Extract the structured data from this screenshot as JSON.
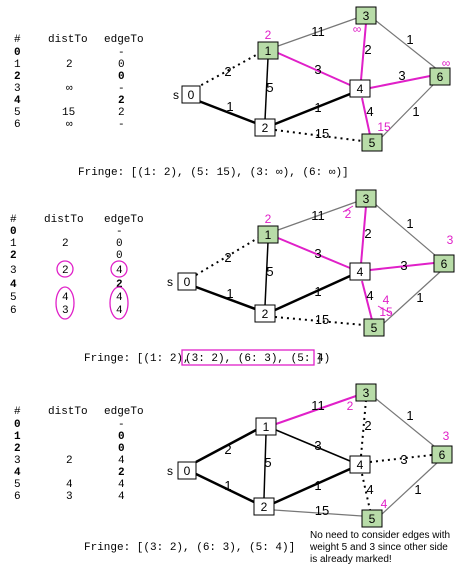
{
  "panels": [
    {
      "table": {
        "headers": [
          "#",
          "distTo",
          "edgeTo"
        ],
        "rows": [
          {
            "v": "0",
            "dist": "",
            "edge": "-",
            "bold": true
          },
          {
            "v": "1",
            "dist": "2",
            "edge": "0",
            "bold": false
          },
          {
            "v": "2",
            "dist": "",
            "edge": "0",
            "bold": true
          },
          {
            "v": "3",
            "dist": "∞",
            "edge": "-",
            "bold": false
          },
          {
            "v": "4",
            "dist": "",
            "edge": "2",
            "bold": true
          },
          {
            "v": "5",
            "dist": "15",
            "edge": "2",
            "bold": false
          },
          {
            "v": "6",
            "dist": "∞",
            "edge": "-",
            "bold": false
          }
        ]
      },
      "graph": {
        "source_label": "s",
        "nodes": {
          "0": "0",
          "1": "1",
          "2": "2",
          "3": "3",
          "4": "4",
          "5": "5",
          "6": "6"
        },
        "weights": {
          "e01": "2",
          "e02": "1",
          "e12": "5",
          "e13": "11",
          "e14": "3",
          "e24": "1",
          "e25": "15",
          "e34": "2",
          "e36": "1",
          "e45": "4",
          "e46": "3",
          "e56": "1"
        },
        "annotations": [
          "2",
          "∞",
          "∞",
          "15"
        ]
      },
      "fringe": "Fringe: [(1: 2), (5: 15), (3: ∞), (6: ∞)]"
    },
    {
      "table": {
        "headers": [
          "#",
          "distTo",
          "edgeTo"
        ],
        "rows": [
          {
            "v": "0",
            "dist": "",
            "edge": "-",
            "bold": true
          },
          {
            "v": "1",
            "dist": "2",
            "edge": "0",
            "bold": false
          },
          {
            "v": "2",
            "dist": "",
            "edge": "0",
            "bold": true
          },
          {
            "v": "3",
            "dist": "2",
            "edge": "4",
            "bold": false
          },
          {
            "v": "4",
            "dist": "",
            "edge": "2",
            "bold": true
          },
          {
            "v": "5",
            "dist": "4",
            "edge": "4",
            "bold": false
          },
          {
            "v": "6",
            "dist": "3",
            "edge": "4",
            "bold": false
          }
        ]
      },
      "graph": {
        "source_label": "s",
        "nodes": {
          "0": "0",
          "1": "1",
          "2": "2",
          "3": "3",
          "4": "4",
          "5": "5",
          "6": "6"
        },
        "weights": {
          "e01": "2",
          "e02": "1",
          "e12": "5",
          "e13": "11",
          "e14": "3",
          "e24": "1",
          "e25": "15",
          "e34": "2",
          "e36": "1",
          "e45": "4",
          "e46": "3",
          "e56": "1"
        },
        "annotations": [
          "2",
          "2",
          "3",
          "4",
          "15"
        ]
      },
      "fringe_prefix": "Fringe: [(1: 2),",
      "fringe_boxed": "(3: 2), (6: 3), (5: 4)",
      "fringe_suffix": "]"
    },
    {
      "table": {
        "headers": [
          "#",
          "distTo",
          "edgeTo"
        ],
        "rows": [
          {
            "v": "0",
            "dist": "",
            "edge": "-",
            "bold": true
          },
          {
            "v": "1",
            "dist": "",
            "edge": "0",
            "bold": true
          },
          {
            "v": "2",
            "dist": "",
            "edge": "0",
            "bold": true
          },
          {
            "v": "3",
            "dist": "2",
            "edge": "4",
            "bold": false
          },
          {
            "v": "4",
            "dist": "",
            "edge": "2",
            "bold": true
          },
          {
            "v": "5",
            "dist": "4",
            "edge": "4",
            "bold": false
          },
          {
            "v": "6",
            "dist": "3",
            "edge": "4",
            "bold": false
          }
        ]
      },
      "graph": {
        "source_label": "s",
        "nodes": {
          "0": "0",
          "1": "1",
          "2": "2",
          "3": "3",
          "4": "4",
          "5": "5",
          "6": "6"
        },
        "weights": {
          "e01": "2",
          "e02": "1",
          "e12": "5",
          "e13": "11",
          "e14": "3",
          "e24": "1",
          "e25": "15",
          "e34": "2",
          "e36": "1",
          "e45": "4",
          "e46": "3",
          "e56": "1"
        },
        "annotations": [
          "2",
          "3",
          "4"
        ]
      },
      "fringe": "Fringe: [(3: 2), (6: 3), (5: 4)]",
      "note": [
        "No need to consider edges with",
        "weight 5 and 3 since other side",
        "is already marked!"
      ]
    }
  ],
  "colors": {
    "marked_fill": "#b8dca8",
    "highlight": "#e020c8",
    "edge": "#000000",
    "light_edge": "#777777"
  }
}
